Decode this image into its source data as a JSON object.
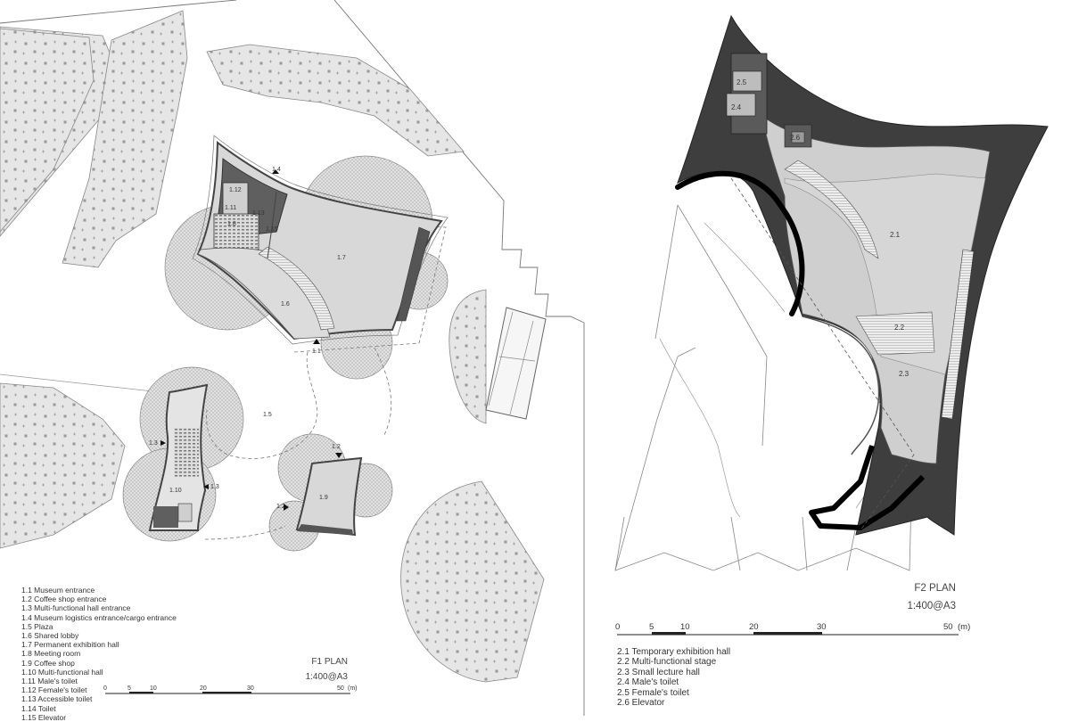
{
  "f1": {
    "title": "F1 PLAN",
    "scale": "1:400@A3",
    "scale_ticks": [
      "0",
      "5",
      "10",
      "20",
      "30",
      "50"
    ],
    "scale_unit": "(m)",
    "legend": [
      "1.1  Museum entrance",
      "1.2  Coffee shop entrance",
      "1.3  Multi-functional hall entrance",
      "1.4  Museum logistics entrance/cargo entrance",
      "1.5  Plaza",
      "1.6  Shared lobby",
      "1.7  Permanent exhibition hall",
      "1.8  Meeting room",
      "1.9  Coffee shop",
      "1.10 Multi-functional hall",
      "1.11 Male's toilet",
      "1.12 Female's toilet",
      "1.13 Accessible toilet",
      "1.14 Toilet",
      "1.15 Elevator"
    ],
    "room_labels": {
      "r11": "1.1",
      "r12a": "1.2",
      "r12b": "1.2",
      "r13a": "1.3",
      "r13b": "1.3",
      "r14": "1.4",
      "r15": "1.5",
      "r16": "1.6",
      "r17": "1.7",
      "r18": "1.8",
      "r19": "1.9",
      "r110": "1.10",
      "r111": "1.11",
      "r112": "1.12",
      "r113": "1.13",
      "r115": "1.15"
    }
  },
  "f2": {
    "title": "F2 PLAN",
    "scale": "1:400@A3",
    "scale_ticks": [
      "0",
      "5",
      "10",
      "20",
      "30",
      "50"
    ],
    "scale_unit": "(m)",
    "legend": [
      "2.1 Temporary exhibition hall",
      "2.2 Multi-functional stage",
      "2.3 Small lecture hall",
      "2.4 Male's toilet",
      "2.5 Female's toilet",
      "2.6 Elevator"
    ],
    "room_labels": {
      "r21": "2.1",
      "r22": "2.2",
      "r23": "2.3",
      "r24": "2.4",
      "r25": "2.5",
      "r26": "2.6"
    }
  }
}
